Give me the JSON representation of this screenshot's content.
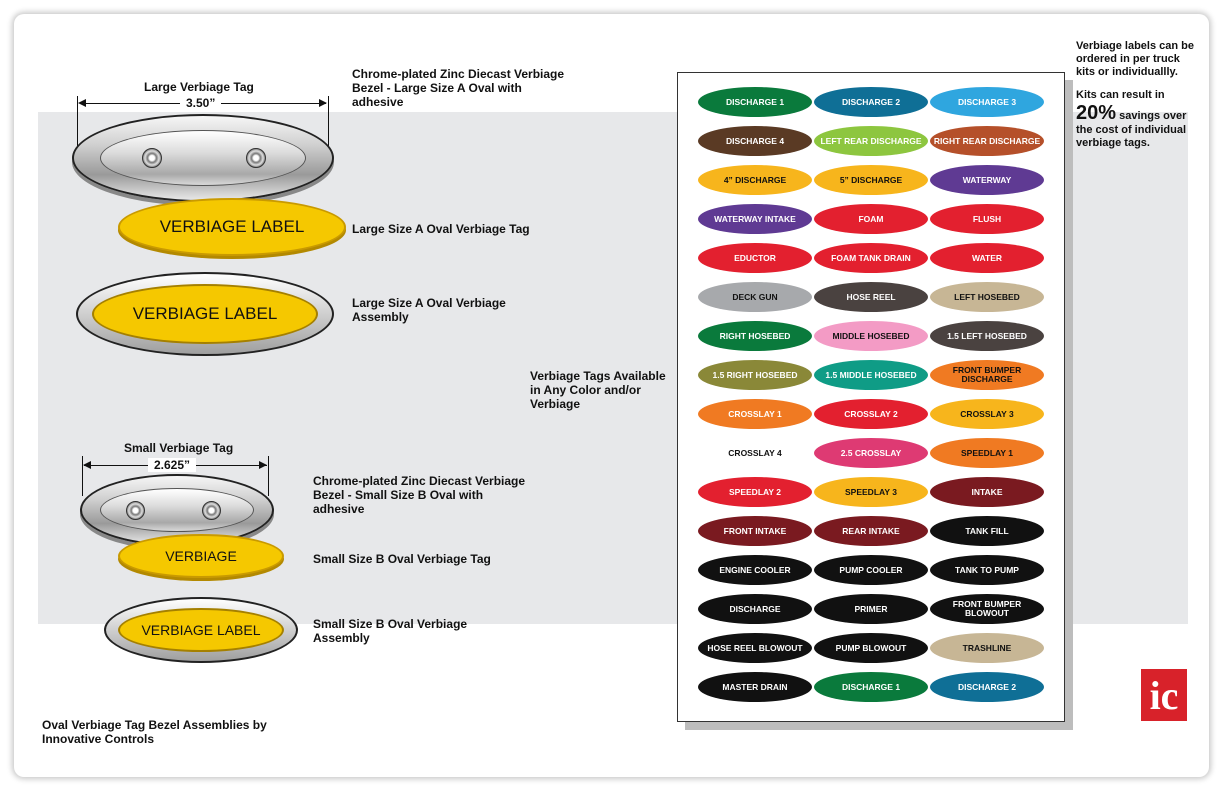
{
  "large": {
    "title": "Large Verbiage Tag",
    "dim": "3.50”",
    "bezel_desc": "Chrome-plated Zinc Diecast Verbiage Bezel - Large Size A Oval with adhesive",
    "tag_text": "VERBIAGE LABEL",
    "tag_desc": "Large Size A Oval Verbiage Tag",
    "assembly_text": "VERBIAGE LABEL",
    "assembly_desc": "Large Size A Oval Verbiage Assembly"
  },
  "small": {
    "title": "Small Verbiage Tag",
    "dim": "2.625”",
    "bezel_desc": "Chrome-plated Zinc Diecast Verbiage Bezel - Small Size B Oval with adhesive",
    "tag_text": "VERBIAGE",
    "tag_desc": "Small Size B Oval Verbiage Tag",
    "assembly_text": "VERBIAGE LABEL",
    "assembly_desc": "Small Size B Oval Verbiage Assembly"
  },
  "available_note": "Verbiage Tags Available in Any Color and/or Verbiage",
  "footer": "Oval Verbiage Tag Bezel Assemblies by Innovative Controls",
  "kits": {
    "p1": "Verbiage labels can be ordered in per truck kits or individuallly.",
    "p2_pre": "Kits can result in",
    "percent": "20%",
    "p2_post": "savings over the cost of individual verbiage tags."
  },
  "logo_text": "ic",
  "colors": {
    "logo_red": "#d8222a",
    "tag_yellow": "#f5c800"
  },
  "labels": [
    {
      "text": "DISCHARGE 1",
      "bg": "#0a7a3c",
      "fg": "#ffffff"
    },
    {
      "text": "DISCHARGE 2",
      "bg": "#0f6f96",
      "fg": "#ffffff"
    },
    {
      "text": "DISCHARGE 3",
      "bg": "#2fa6df",
      "fg": "#ffffff"
    },
    {
      "text": "DISCHARGE 4",
      "bg": "#5a3a24",
      "fg": "#ffffff"
    },
    {
      "text": "LEFT REAR DISCHARGE",
      "bg": "#8dc63f",
      "fg": "#ffffff"
    },
    {
      "text": "RIGHT REAR DISCHARGE",
      "bg": "#b5502a",
      "fg": "#ffffff"
    },
    {
      "text": "4” DISCHARGE",
      "bg": "#f7b51c",
      "fg": "#111111"
    },
    {
      "text": "5” DISCHARGE",
      "bg": "#f7b51c",
      "fg": "#111111"
    },
    {
      "text": "WATERWAY",
      "bg": "#5f3a93",
      "fg": "#ffffff"
    },
    {
      "text": "WATERWAY INTAKE",
      "bg": "#5f3a93",
      "fg": "#ffffff"
    },
    {
      "text": "FOAM",
      "bg": "#e3202f",
      "fg": "#ffffff"
    },
    {
      "text": "FLUSH",
      "bg": "#e3202f",
      "fg": "#ffffff"
    },
    {
      "text": "EDUCTOR",
      "bg": "#e3202f",
      "fg": "#ffffff"
    },
    {
      "text": "FOAM TANK DRAIN",
      "bg": "#e3202f",
      "fg": "#ffffff"
    },
    {
      "text": "WATER",
      "bg": "#e3202f",
      "fg": "#ffffff"
    },
    {
      "text": "DECK GUN",
      "bg": "#a7a9ac",
      "fg": "#111111"
    },
    {
      "text": "HOSE REEL",
      "bg": "#4a4240",
      "fg": "#ffffff"
    },
    {
      "text": "LEFT HOSEBED",
      "bg": "#c7b695",
      "fg": "#111111"
    },
    {
      "text": "RIGHT HOSEBED",
      "bg": "#0a7a3c",
      "fg": "#ffffff"
    },
    {
      "text": "MIDDLE HOSEBED",
      "bg": "#f39bc5",
      "fg": "#111111"
    },
    {
      "text": "1.5 LEFT HOSEBED",
      "bg": "#4a4240",
      "fg": "#ffffff"
    },
    {
      "text": "1.5 RIGHT HOSEBED",
      "bg": "#8a8838",
      "fg": "#ffffff"
    },
    {
      "text": "1.5 MIDDLE HOSEBED",
      "bg": "#0f9c86",
      "fg": "#ffffff"
    },
    {
      "text": "FRONT BUMPER DISCHARGE",
      "bg": "#f07a22",
      "fg": "#111111"
    },
    {
      "text": "CROSSLAY 1",
      "bg": "#f07a22",
      "fg": "#ffffff"
    },
    {
      "text": "CROSSLAY 2",
      "bg": "#e3202f",
      "fg": "#ffffff"
    },
    {
      "text": "CROSSLAY 3",
      "bg": "#f7b51c",
      "fg": "#111111"
    },
    {
      "text": "CROSSLAY 4",
      "bg": "#ffffff",
      "fg": "#111111"
    },
    {
      "text": "2.5 CROSSLAY",
      "bg": "#de3a73",
      "fg": "#ffffff"
    },
    {
      "text": "SPEEDLAY 1",
      "bg": "#f07a22",
      "fg": "#111111"
    },
    {
      "text": "SPEEDLAY 2",
      "bg": "#e3202f",
      "fg": "#ffffff"
    },
    {
      "text": "SPEEDLAY 3",
      "bg": "#f7b51c",
      "fg": "#111111"
    },
    {
      "text": "INTAKE",
      "bg": "#7a1a20",
      "fg": "#ffffff"
    },
    {
      "text": "FRONT INTAKE",
      "bg": "#7a1a20",
      "fg": "#ffffff"
    },
    {
      "text": "REAR INTAKE",
      "bg": "#7a1a20",
      "fg": "#ffffff"
    },
    {
      "text": "TANK FILL",
      "bg": "#111111",
      "fg": "#ffffff"
    },
    {
      "text": "ENGINE COOLER",
      "bg": "#111111",
      "fg": "#ffffff"
    },
    {
      "text": "PUMP COOLER",
      "bg": "#111111",
      "fg": "#ffffff"
    },
    {
      "text": "TANK TO PUMP",
      "bg": "#111111",
      "fg": "#ffffff"
    },
    {
      "text": "DISCHARGE",
      "bg": "#111111",
      "fg": "#ffffff"
    },
    {
      "text": "PRIMER",
      "bg": "#111111",
      "fg": "#ffffff"
    },
    {
      "text": "FRONT BUMPER BLOWOUT",
      "bg": "#111111",
      "fg": "#ffffff"
    },
    {
      "text": "HOSE REEL BLOWOUT",
      "bg": "#111111",
      "fg": "#ffffff"
    },
    {
      "text": "PUMP BLOWOUT",
      "bg": "#111111",
      "fg": "#ffffff"
    },
    {
      "text": "TRASHLINE",
      "bg": "#c7b695",
      "fg": "#111111"
    },
    {
      "text": "MASTER DRAIN",
      "bg": "#111111",
      "fg": "#ffffff"
    },
    {
      "text": "DISCHARGE 1",
      "bg": "#0a7a3c",
      "fg": "#ffffff"
    },
    {
      "text": "DISCHARGE 2",
      "bg": "#0f6f96",
      "fg": "#ffffff"
    }
  ]
}
